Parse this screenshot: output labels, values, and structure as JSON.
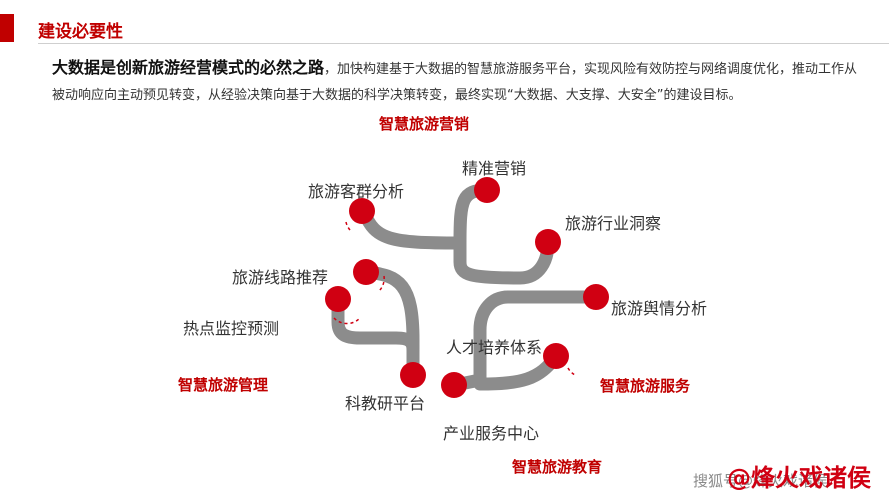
{
  "header": {
    "title": "建设必要性"
  },
  "intro": {
    "lead": "大数据是创新旅游经营模式的必然之路",
    "body": "，加快构建基于大数据的智慧旅游服务平台，实现风险有效防控与网络调度优化，推动工作从被动响应向主动预见转变，从经验决策向基于大数据的科学决策转变，最终实现“大数据、大支撑、大安全”的建设目标。"
  },
  "categories": {
    "marketing": "智慧旅游营销",
    "management": "智慧旅游管理",
    "service": "智慧旅游服务",
    "education": "智慧旅游教育"
  },
  "nodes": {
    "precision_marketing": "精准营销",
    "tourist_group_analysis": "旅游客群分析",
    "industry_insight": "旅游行业洞察",
    "route_recommendation": "旅游线路推荐",
    "sentiment_analysis": "旅游舆情分析",
    "hotspot_monitoring": "热点监控预测",
    "talent_training": "人才培养体系",
    "research_platform": "科教研平台",
    "industry_service_center": "产业服务中心"
  },
  "watermark": {
    "source": "搜狐号@烽火戏诸侯",
    "handle": "@烽火戏诸侯"
  },
  "colors": {
    "accent": "#c00000",
    "connector": "#8c8c8c",
    "node": "#d00012"
  }
}
